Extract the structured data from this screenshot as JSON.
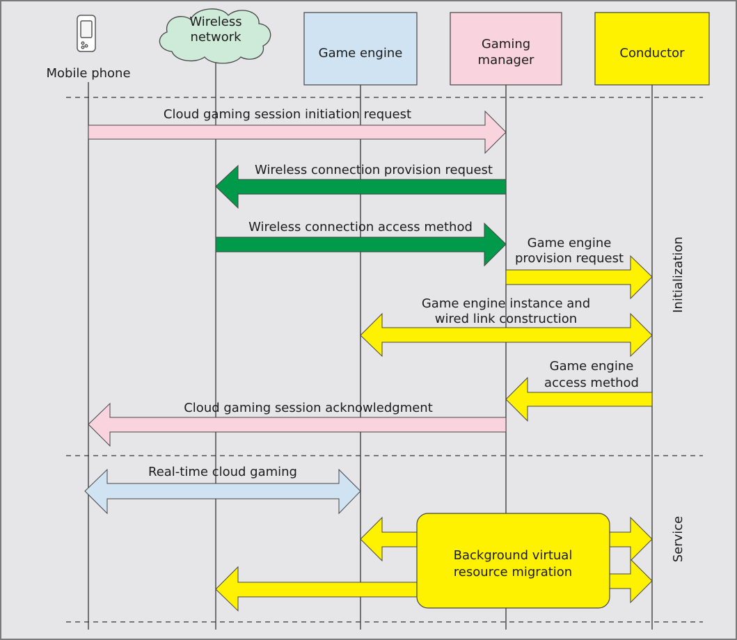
{
  "actors": {
    "mobile_phone": "Mobile phone",
    "wireless_network": [
      "Wireless",
      "network"
    ],
    "game_engine": "Game engine",
    "gaming_manager": [
      "Gaming",
      "manager"
    ],
    "conductor": "Conductor"
  },
  "messages": {
    "session_initiation": "Cloud gaming session initiation request",
    "wireless_provision": "Wireless connection provision request",
    "wireless_access": "Wireless connection access method",
    "engine_provision": [
      "Game engine",
      "provision request"
    ],
    "engine_instance": [
      "Game engine instance and",
      "wired link construction"
    ],
    "engine_access": [
      "Game engine",
      "access method"
    ],
    "session_ack": "Cloud gaming session acknowledgment",
    "realtime_gaming": "Real-time cloud gaming",
    "background_migration": [
      "Background virtual",
      "resource migration"
    ]
  },
  "phases": {
    "initialization": "Initialization",
    "service": "Service"
  },
  "colors": {
    "background": "#e6e6e8",
    "pink": "#f9d3dd",
    "green": "#009a4a",
    "yellow": "#fff200",
    "light_blue": "#cfe3f3",
    "cloud_green": "#cdebd8"
  }
}
